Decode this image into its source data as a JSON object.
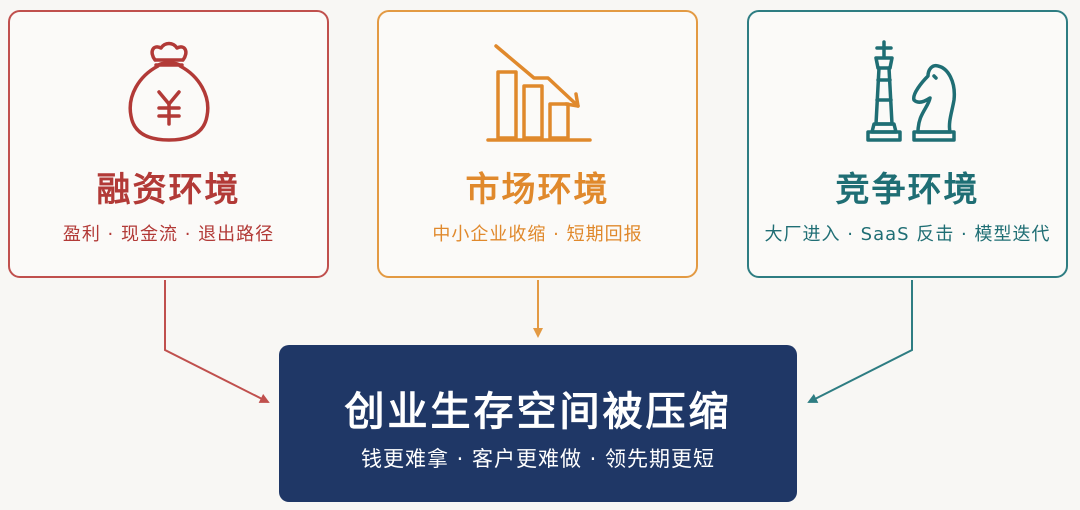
{
  "cards": [
    {
      "icon": "money-bag-yen-icon",
      "title": "融资环境",
      "subtitle": "盈利 · 现金流 · 退出路径",
      "color": "#b23a37"
    },
    {
      "icon": "declining-bar-chart-icon",
      "title": "市场环境",
      "subtitle": "中小企业收缩 · 短期回报",
      "color": "#e0892c"
    },
    {
      "icon": "chess-pieces-icon",
      "title": "竞争环境",
      "subtitle": "大厂进入 · SaaS 反击 · 模型迭代",
      "color": "#1f6e74"
    }
  ],
  "result": {
    "title": "创业生存空间被压缩",
    "subtitle": "钱更难拿 · 客户更难做 · 领先期更短",
    "color": "#1f3766"
  }
}
